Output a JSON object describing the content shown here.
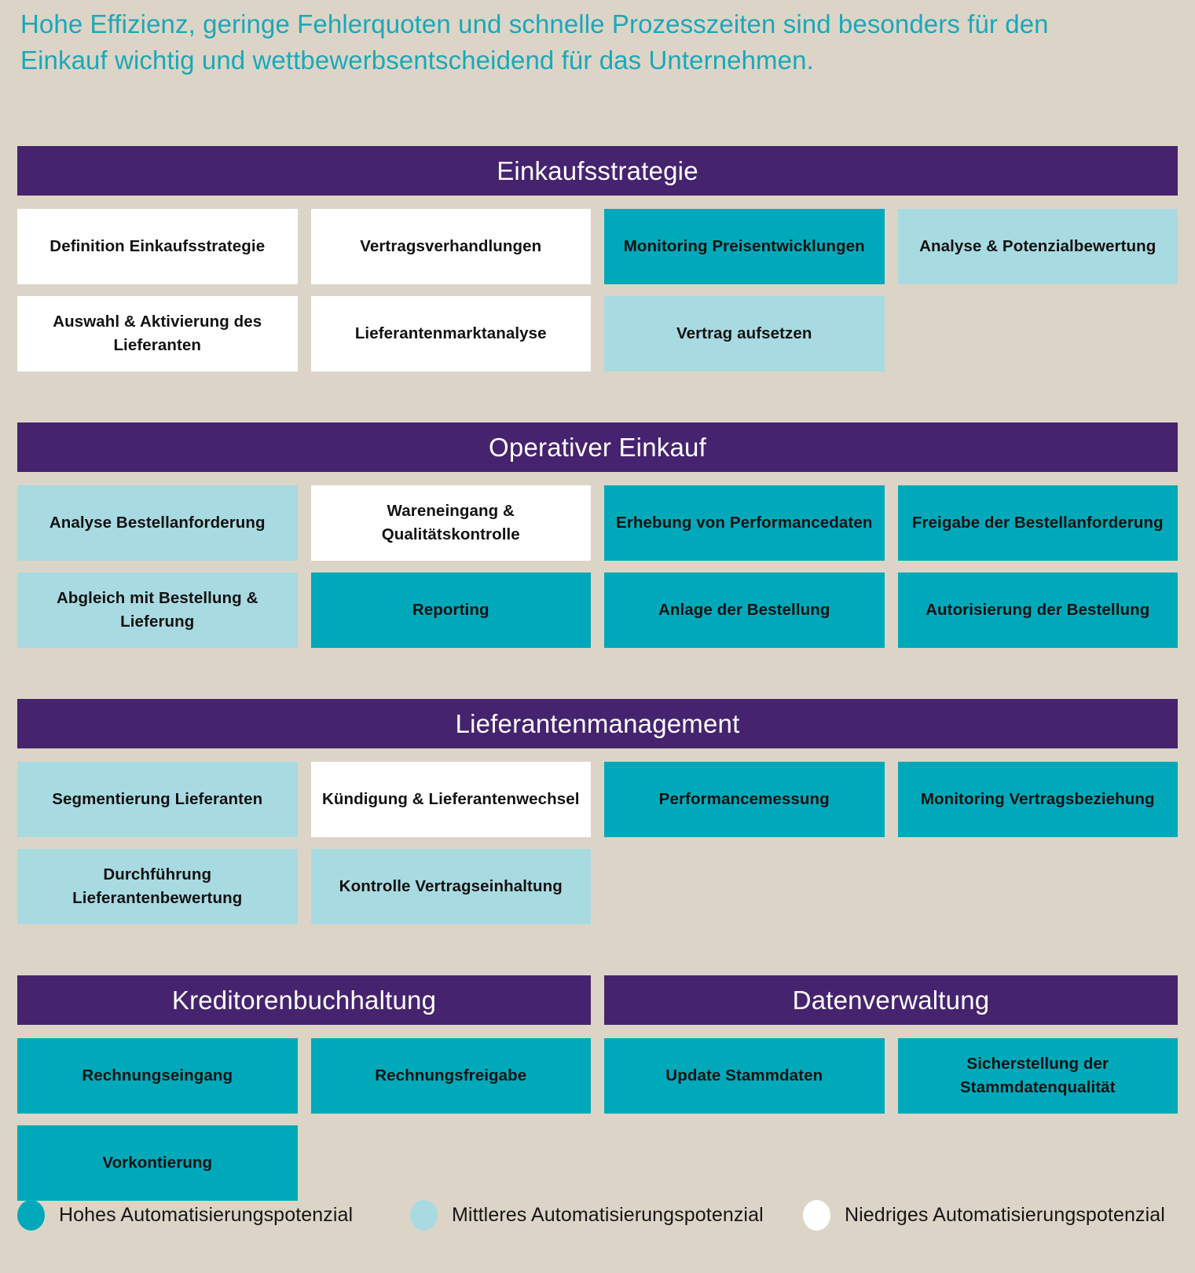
{
  "intro": {
    "text": "Hohe Effizienz, geringe Fehlerquoten und schnelle Prozesszeiten sind besonders für den Einkauf wichtig und wettbewerbsentscheidend für das Unternehmen."
  },
  "colors": {
    "background": "#dcd5c7",
    "header_purple": "#46236e",
    "accent_teal": "#1aa8b8",
    "high": "#00a9ba",
    "medium": "#a8dae1",
    "low": "#ffffff"
  },
  "sections": [
    {
      "title": "Einkaufsstrategie",
      "layout": "full",
      "cells": [
        {
          "label": "Definition Einkaufsstrategie",
          "level": "low"
        },
        {
          "label": "Vertragsverhandlungen",
          "level": "low"
        },
        {
          "label": "Monitoring Preisentwicklungen",
          "level": "high"
        },
        {
          "label": "Analyse & Potenzialbewertung",
          "level": "medium"
        },
        {
          "label": "Auswahl & Aktivierung des Lieferanten",
          "level": "low"
        },
        {
          "label": "Lieferantenmarktanalyse",
          "level": "low"
        },
        {
          "label": "Vertrag aufsetzen",
          "level": "medium"
        },
        {
          "label": "",
          "level": "empty"
        }
      ]
    },
    {
      "title": "Operativer Einkauf",
      "layout": "full",
      "cells": [
        {
          "label": "Analyse Bestellanforderung",
          "level": "medium"
        },
        {
          "label": "Wareneingang & Qualitätskontrolle",
          "level": "low"
        },
        {
          "label": "Erhebung von Performancedaten",
          "level": "high"
        },
        {
          "label": "Freigabe der Bestellanforderung",
          "level": "high"
        },
        {
          "label": "Abgleich mit Bestellung & Lieferung",
          "level": "medium"
        },
        {
          "label": "Reporting",
          "level": "high"
        },
        {
          "label": "Anlage der Bestellung",
          "level": "high"
        },
        {
          "label": "Autorisierung der Bestellung",
          "level": "high"
        }
      ]
    },
    {
      "title": "Lieferantenmanagement",
      "layout": "full",
      "cells": [
        {
          "label": "Segmentierung Lieferanten",
          "level": "medium"
        },
        {
          "label": "Kündigung & Lieferantenwechsel",
          "level": "low"
        },
        {
          "label": "Performancemessung",
          "level": "high"
        },
        {
          "label": "Monitoring Vertragsbeziehung",
          "level": "high"
        },
        {
          "label": "Durchführung Lieferantenbewertung",
          "level": "medium"
        },
        {
          "label": "Kontrolle Vertragseinhaltung",
          "level": "medium"
        },
        {
          "label": "",
          "level": "empty"
        },
        {
          "label": "",
          "level": "empty"
        }
      ]
    },
    {
      "title": "Kreditorenbuchhaltung",
      "layout": "half",
      "cells": [
        {
          "label": "Rechnungseingang",
          "level": "high"
        },
        {
          "label": "Rechnungsfreigabe",
          "level": "high"
        },
        {
          "label": "Vorkontierung",
          "level": "high"
        },
        {
          "label": "",
          "level": "empty"
        }
      ]
    },
    {
      "title": "Datenverwaltung",
      "layout": "half",
      "cells": [
        {
          "label": "Update Stammdaten",
          "level": "high"
        },
        {
          "label": "Sicherstellung der Stammdatenqualität",
          "level": "high"
        },
        {
          "label": "",
          "level": "empty"
        },
        {
          "label": "",
          "level": "empty"
        }
      ]
    }
  ],
  "legend": {
    "items": [
      {
        "label": "Hohes Automatisierungspotenzial",
        "level": "high"
      },
      {
        "label": "Mittleres Automatisierungspotenzial",
        "level": "medium"
      },
      {
        "label": "Niedriges Automatisierungspotenzial",
        "level": "low"
      }
    ]
  }
}
